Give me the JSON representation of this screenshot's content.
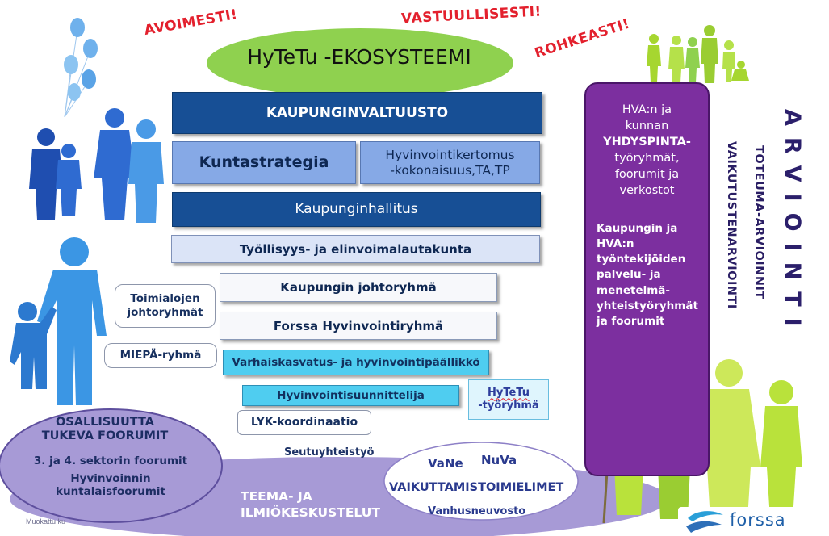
{
  "slogans": {
    "openly": "AVOIMESTI!",
    "responsibly": "VASTUULLISESTI!",
    "boldly": "ROHKEASTI!"
  },
  "ecosystem_title": "HyTeTu -EKOSYSTEEMI",
  "hierarchy": {
    "council": "KAUPUNGINVALTUUSTO",
    "strategy": "Kuntastrategia",
    "welfare_report_line1": "Hyvinvointikertomus",
    "welfare_report_line2": "-kokonaisuus,TA,TP",
    "city_board": "Kaupunginhallitus",
    "employment_committee": "Työllisyys- ja elinvoimalautakunta",
    "management_group": "Kaupungin johtoryhmä",
    "welfare_group": "Forssa Hyvinvointiryhmä",
    "ecec_manager": "Varhaiskasvatus- ja hyvinvointipäällikkö",
    "welfare_planner": "Hyvinvointisuunnittelija",
    "lyk_coordination": "LYK-koordinaatio"
  },
  "side_groups": {
    "sector_mgmt_line1": "Toimialojen",
    "sector_mgmt_line2": "johtoryhmät",
    "miepa": "MIEPÄ-ryhmä",
    "hytetu_wg_line1": "HyTeTu",
    "hytetu_wg_line2": "-työryhmä",
    "regional": "Seutuyhteistyö"
  },
  "participation": {
    "title_line1": "OSALLISUUTTA",
    "title_line2": "TUKEVA FOORUMIT",
    "sector_forums": "3. ja 4. sektorin foorumit",
    "resident_line1": "Hyvinvoinnin",
    "resident_line2": "kuntalaisfoorumit"
  },
  "influence": {
    "vane": "VaNe",
    "nuva": "NuVa",
    "bodies": "VAIKUTTAMISTOIMIELIMET",
    "elders": "Vanhusneuvosto"
  },
  "themes_line1": "TEEMA- JA",
  "themes_line2": "ILMIÖKESKUSTELUT",
  "interface": {
    "l1": "HVA:n ja",
    "l2": "kunnan",
    "l3": "YHDYSPINTA-",
    "l4": "työryhmät,",
    "l5": "foorumit ja",
    "l6": "verkostot",
    "m1": "Kaupungin ja",
    "m2": "HVA:n",
    "m3": "työntekijöiden",
    "m4": "palvelu- ja",
    "m5": "menetelmä-",
    "m6": "yhteistyöryhmät",
    "m7": "ja foorumit"
  },
  "evaluation": {
    "main": "ARVIOINTI",
    "sub1": "TOTEUMA-ARVIOINNIT",
    "sub2": "VAIKUTUSTENARVIOINTI"
  },
  "footer_note": "Muokattu ku",
  "logo_text": "forssa",
  "colors": {
    "slogan_red": "#e3202d",
    "ecosystem_green": "#8fd14f",
    "dark_blue": "#174f95",
    "purple": "#7c2f9f",
    "lavender": "#a79ad6",
    "figure_blue": "#2f6bd1",
    "figure_green": "#a6d630"
  }
}
